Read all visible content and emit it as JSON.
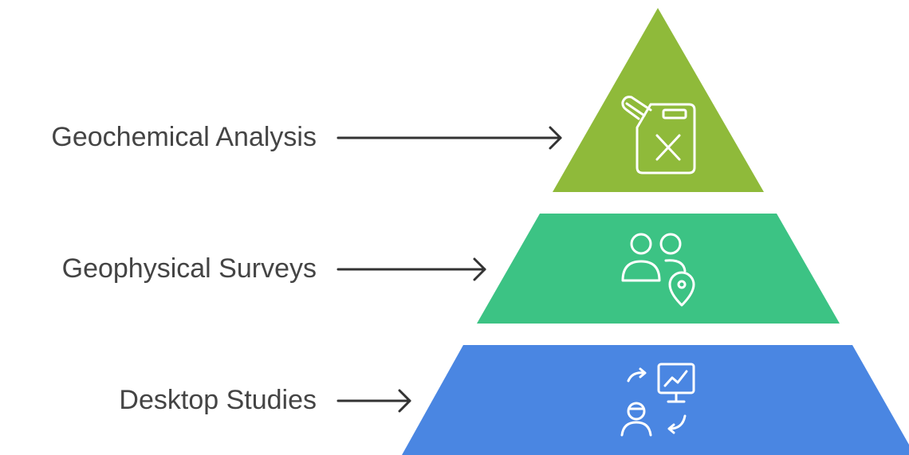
{
  "tiers": [
    {
      "label": "Geochemical Analysis",
      "icon": "fuel-can-icon",
      "color": "#8fba3a"
    },
    {
      "label": "Geophysical Surveys",
      "icon": "people-location-icon",
      "color": "#3cc384"
    },
    {
      "label": "Desktop Studies",
      "icon": "presentation-analysis-icon",
      "color": "#4a86e2"
    }
  ],
  "colors": {
    "text": "#444444",
    "arrow": "#333333",
    "icon_stroke": "#ffffff"
  }
}
